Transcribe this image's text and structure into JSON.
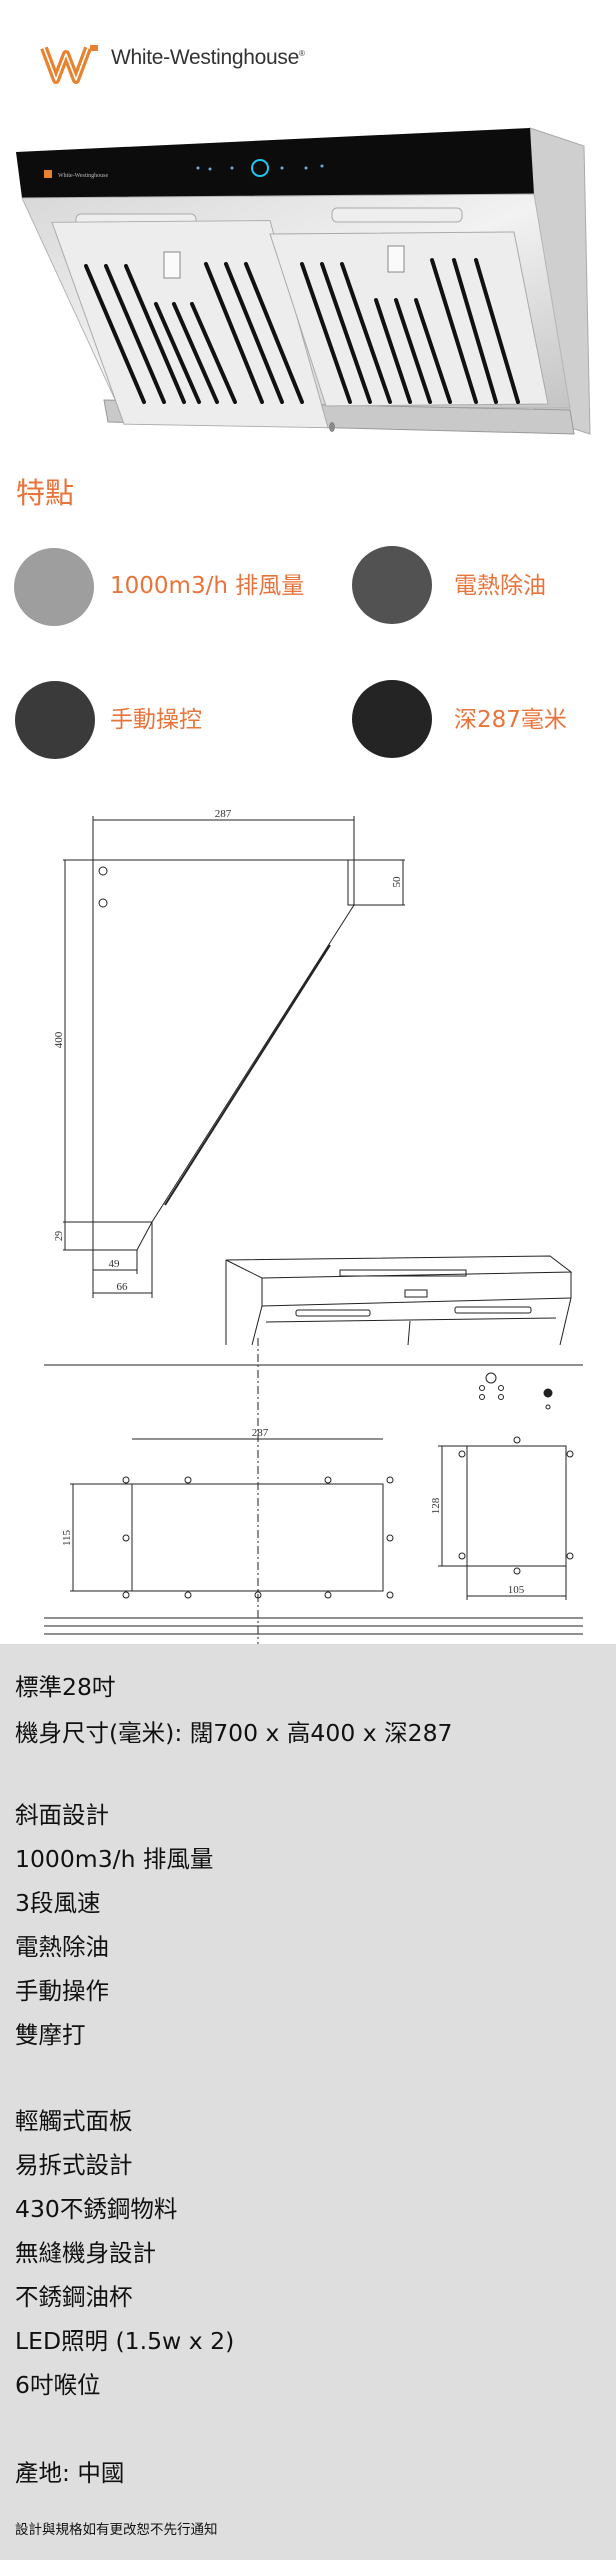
{
  "brand": {
    "name": "White-Westinghouse",
    "registered_mark": "®",
    "accent_color": "#e8743b"
  },
  "product_image": {
    "panel_brand": "White-Westinghouse"
  },
  "features": {
    "title": "特點",
    "items": [
      {
        "label": "1000m3/h 排風量",
        "dot_color": "#9e9e9e"
      },
      {
        "label": "電熱除油",
        "dot_color": "#525252"
      },
      {
        "label": "手動操控",
        "dot_color": "#3a3a3a"
      },
      {
        "label": "深287毫米",
        "dot_color": "#242424"
      }
    ]
  },
  "diagram": {
    "side_view": {
      "depth": "287",
      "height": "400",
      "duct_height": "50",
      "bottom_height": "29",
      "bottom_inner": "49",
      "bottom_outer": "66"
    },
    "top_view": {
      "width": "287",
      "depth": "115",
      "duct_height": "128",
      "duct_width": "105"
    }
  },
  "specs": {
    "lines": [
      "標準28吋",
      "機身尺寸(毫米): 闊700 x 高400 x 深287",
      "斜面設計",
      "1000m3/h 排風量",
      "3段風速",
      "電熱除油",
      "手動操作",
      "雙摩打",
      "輕觸式面板",
      "易拆式設計",
      "430不銹鋼物料",
      "無縫機身設計",
      "不銹鋼油杯",
      "LED照明 (1.5w x 2)",
      "6吋喉位",
      "產地: 中國"
    ],
    "footnote": "設計與規格如有更改恕不先行通知"
  }
}
